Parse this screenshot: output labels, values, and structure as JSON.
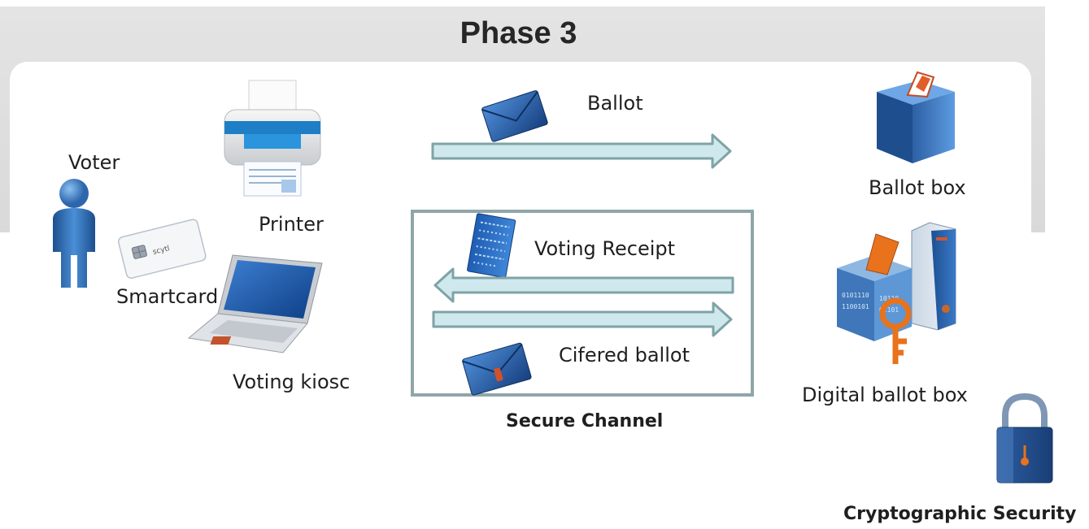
{
  "diagram": {
    "title": "Phase 3",
    "labels": {
      "voter": "Voter",
      "printer": "Printer",
      "smartcard": "Smartcard",
      "kiosk": "Voting kiosc",
      "ballot": "Ballot",
      "ballot_box": "Ballot box",
      "receipt": "Voting Receipt",
      "cifered": "Cifered ballot",
      "secure_channel": "Secure Channel",
      "digital_box": "Digital ballot box",
      "crypto": "Cryptographic Security"
    },
    "card_text": "scytl",
    "colors": {
      "band": "#dcdcdc",
      "arrow_fill": "#cfe8ee",
      "arrow_stroke": "#7fa3a6",
      "icon_blue": "#2f6cb3",
      "icon_orange": "#e8731c"
    }
  }
}
